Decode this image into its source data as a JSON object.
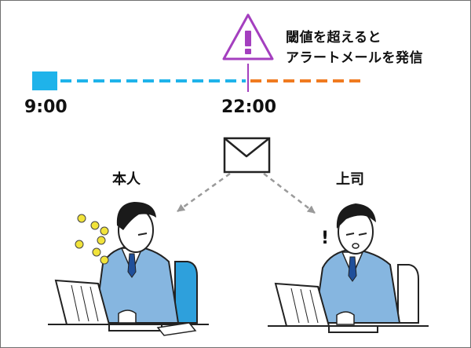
{
  "alert": {
    "line1": "閾値を超えると",
    "line2": "アラートメールを発信",
    "icon_symbol": "!",
    "icon_color": "#a43fbf"
  },
  "timeline": {
    "start_label": "9:00",
    "threshold_label": "22:00",
    "normal_color": "#1fb3ea",
    "over_color": "#f07b20"
  },
  "people": {
    "self_label": "本人",
    "boss_label": "上司",
    "boss_exclaim": "!"
  },
  "icons": {
    "mail": "envelope-icon",
    "arrows": "dashed-arrow-icon"
  }
}
